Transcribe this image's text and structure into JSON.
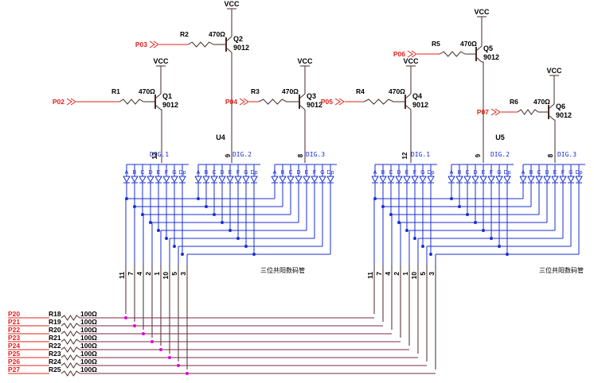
{
  "title": "",
  "vcc": "VCC",
  "transistors": [
    {
      "ref": "Q1",
      "model": "9012",
      "res": "R1",
      "val": "470Ω",
      "port": "P02"
    },
    {
      "ref": "Q2",
      "model": "9012",
      "res": "R2",
      "val": "470Ω",
      "port": "P03"
    },
    {
      "ref": "Q3",
      "model": "9012",
      "res": "R3",
      "val": "470Ω",
      "port": "P04"
    },
    {
      "ref": "Q4",
      "model": "9012",
      "res": "R4",
      "val": "470Ω",
      "port": "P05"
    },
    {
      "ref": "Q5",
      "model": "9012",
      "res": "R5",
      "val": "470Ω",
      "port": "P06"
    },
    {
      "ref": "Q6",
      "model": "9012",
      "res": "R6",
      "val": "470Ω",
      "port": "P07"
    }
  ],
  "displays": [
    {
      "ref": "U4",
      "desc": "三位共阳数码管",
      "pins": [
        "12",
        "9",
        "8"
      ],
      "digits": [
        "DIG.1",
        "DIG.2",
        "DIG.3"
      ]
    },
    {
      "ref": "U5",
      "desc": "三位共阳数码管",
      "pins": [
        "12",
        "9",
        "8"
      ],
      "digits": [
        "DIG.1",
        "DIG.2",
        "DIG.3"
      ]
    }
  ],
  "segments": [
    "A",
    "B",
    "C",
    "D",
    "E",
    "F",
    "G",
    "Dp"
  ],
  "segment_pins": [
    "11",
    "7",
    "4",
    "2",
    "1",
    "10",
    "5",
    "3"
  ],
  "resistors": [
    {
      "port": "P20",
      "ref": "R18",
      "val": "100Ω"
    },
    {
      "port": "P21",
      "ref": "R19",
      "val": "100Ω"
    },
    {
      "port": "P22",
      "ref": "R20",
      "val": "100Ω"
    },
    {
      "port": "P23",
      "ref": "R21",
      "val": "100Ω"
    },
    {
      "port": "P24",
      "ref": "R22",
      "val": "100Ω"
    },
    {
      "port": "P25",
      "ref": "R23",
      "val": "100Ω"
    },
    {
      "port": "P26",
      "ref": "R24",
      "val": "100Ω"
    },
    {
      "port": "P27",
      "ref": "R25",
      "val": "100Ω"
    }
  ],
  "colors": {
    "wire_black": "#4a2a2a",
    "wire_blue": "#1a2fd0",
    "wire_red": "#e0201b",
    "wire_port": "#7a2a4a",
    "junction": "#e000e0"
  }
}
